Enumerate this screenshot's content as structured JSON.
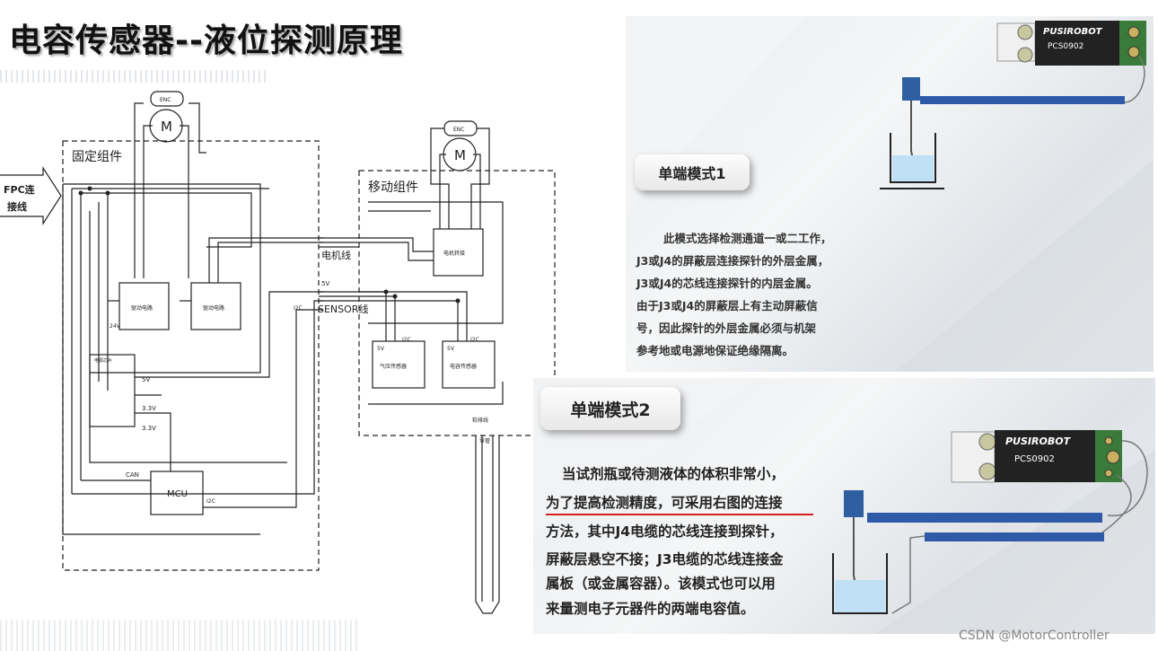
{
  "title": "电容传感器--液位探测原理",
  "schematic": {
    "fixed_group": "固定组件",
    "moving_group": "移动组件",
    "fpc_line1": "FPC连",
    "fpc_line2": "接线",
    "enc": "ENC",
    "motor": "M",
    "drive_circuit": "驱动电路",
    "v24": "24V",
    "v5": "5V",
    "v33": "3.3V",
    "can": "CAN",
    "mcu": "MCU",
    "i2c": "I2C",
    "motor_line": "电机线",
    "sensor_line": "SENSOR线",
    "motor_adapter": "电机转接",
    "pressure_sensor": "气压传感器",
    "cap_sensor": "电容传感器",
    "soft_line": "软排线",
    "guide": "导管",
    "power_chip": "电源芯片"
  },
  "panel1": {
    "mode_label": "单端模式1",
    "board_brand": "PUSIROBOT",
    "board_model": "PCS0902",
    "lines": [
      "此模式选择检测通道一或二工作，",
      "J3或J4的屏蔽层连接探针的外层金属，",
      "J3或J4的芯线连接探针的内层金属。",
      "由于J3或J4的屏蔽层上有主动屏蔽信",
      "号，因此探针的外层金属必须与机架",
      "参考地或电源地保证绝缘隔离。"
    ]
  },
  "panel2": {
    "mode_label": "单端模式2",
    "board_brand": "PUSIROBOT",
    "board_model": "PCS0902",
    "lines": [
      "当试剂瓶或待测液体的体积非常小，",
      "为了提高检测精度，可采用右图的连接",
      "方法，其中J4电缆的芯线连接到探针，",
      "屏蔽层悬空不接；J3电缆的芯线连接金",
      "属板（或金属容器）。该模式也可以用",
      "来量测电子元器件的两端电容值。"
    ]
  },
  "watermark": "CSDN @MotorController",
  "colors": {
    "rod": "#2f5aa8",
    "board": "#222222",
    "pcb_green": "#3a7a3a",
    "liquid": "#bfe0f5",
    "underline": "#d42020"
  }
}
